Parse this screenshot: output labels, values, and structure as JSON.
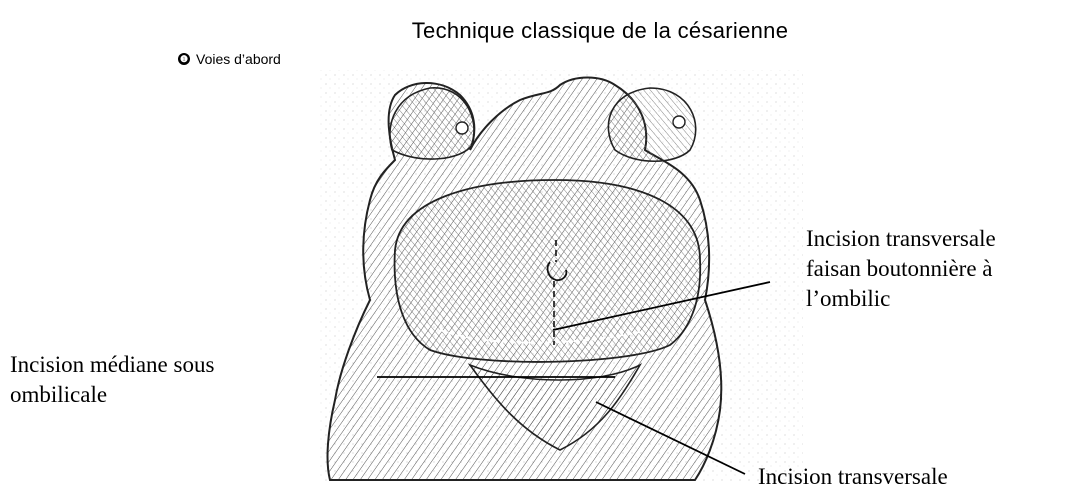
{
  "title": "Technique classique de la césarienne",
  "section": {
    "bullet": "❶",
    "text": "Voies d’abord"
  },
  "labels": {
    "umbilical_line_1": "Incision transversale",
    "umbilical_line_2": "faisan boutonnière à",
    "umbilical_line_3": "l’ombilic",
    "median_line_1": "Incision médiane sous",
    "median_line_2": "ombilicale",
    "transverse": "Incision transversale"
  }
}
